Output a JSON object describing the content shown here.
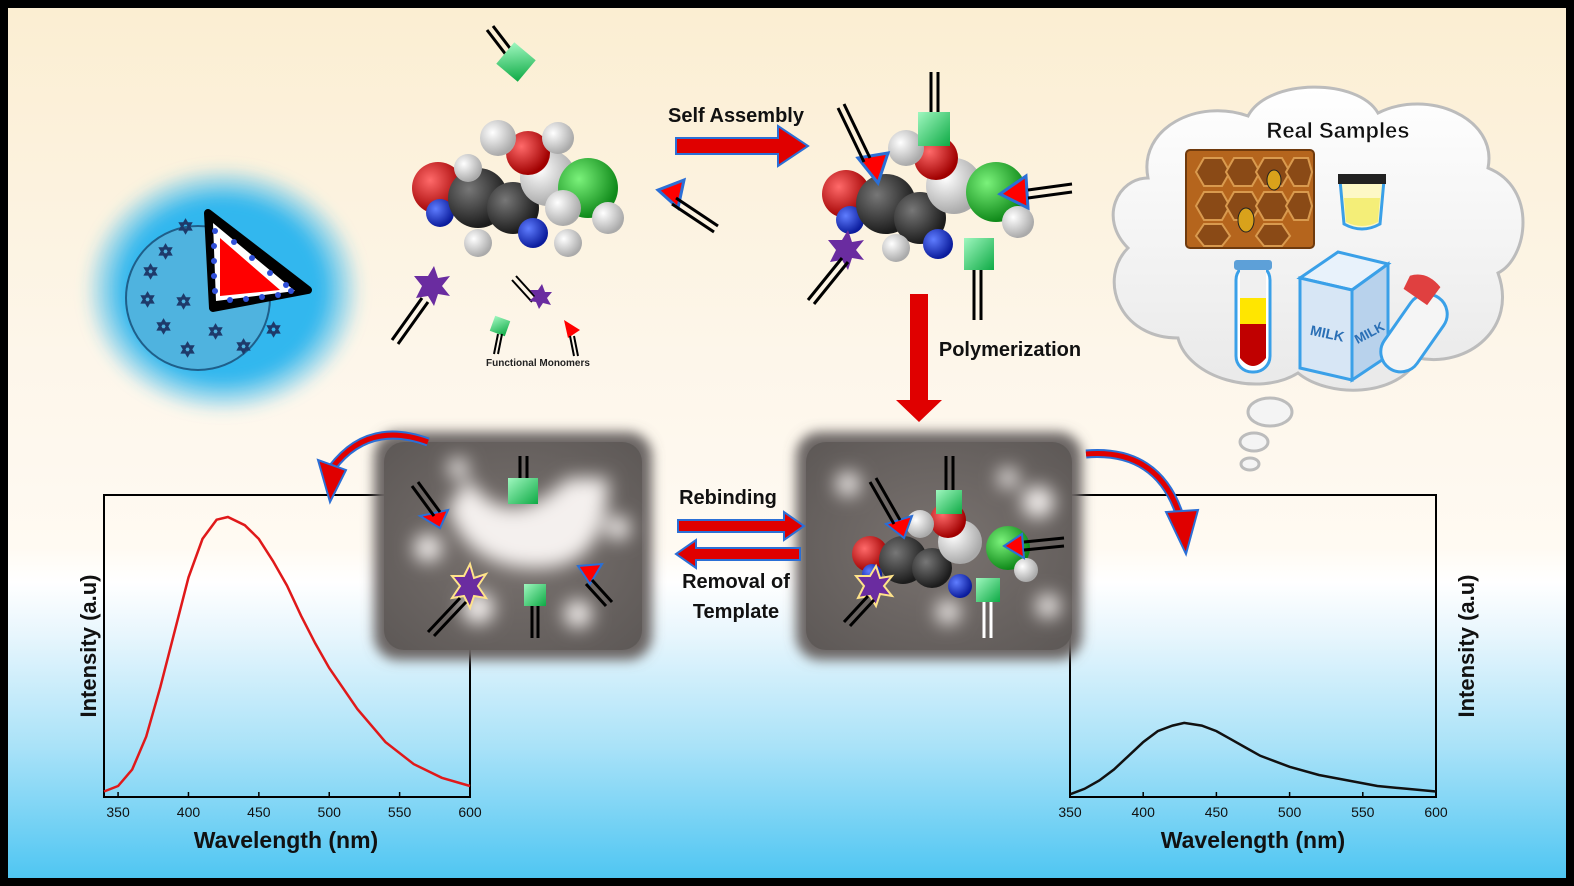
{
  "labels": {
    "self_assembly": "Self Assembly",
    "polymerization": "Polymerization",
    "rebinding": "Rebinding",
    "removal_line1": "Removal of",
    "removal_line2": "Template",
    "functional_monomers": "Functional Monomers",
    "real_samples": "Real Samples",
    "milk_1": "MILK",
    "milk_2": "MILK"
  },
  "colors": {
    "arrow_red": "#e00000",
    "arrow_blue_outline": "#2b6fd6",
    "monomer_green": "#1ecb5a",
    "monomer_red": "#ff0000",
    "quencher_purple": "#6a2ca0",
    "glow_blue": "#33b7ee"
  },
  "chart_data": [
    {
      "type": "line",
      "xlabel": "Wavelength (nm)",
      "ylabel": "Intensity (a.u)",
      "xlim": [
        340,
        600
      ],
      "ylim": [
        0,
        1.1
      ],
      "x_ticks": [
        350,
        400,
        450,
        500,
        550,
        600
      ],
      "series_color": "#e0191a",
      "peak_x": 428,
      "x": [
        340,
        350,
        360,
        370,
        380,
        390,
        400,
        410,
        420,
        428,
        440,
        450,
        460,
        470,
        480,
        490,
        500,
        520,
        540,
        560,
        580,
        600
      ],
      "y": [
        0.02,
        0.04,
        0.1,
        0.22,
        0.4,
        0.6,
        0.8,
        0.94,
        1.01,
        1.02,
        0.99,
        0.94,
        0.86,
        0.77,
        0.66,
        0.56,
        0.47,
        0.32,
        0.2,
        0.12,
        0.07,
        0.04
      ]
    },
    {
      "type": "line",
      "xlabel": "Wavelength (nm)",
      "ylabel": "Intensity (a.u)",
      "xlim": [
        350,
        600
      ],
      "ylim": [
        0,
        1.1
      ],
      "x_ticks": [
        350,
        400,
        450,
        500,
        550,
        600
      ],
      "series_color": "#111111",
      "peak_x": 428,
      "x": [
        350,
        360,
        370,
        380,
        390,
        400,
        410,
        420,
        428,
        440,
        450,
        460,
        470,
        480,
        490,
        500,
        520,
        540,
        560,
        580,
        600
      ],
      "y": [
        0.01,
        0.03,
        0.06,
        0.1,
        0.15,
        0.2,
        0.24,
        0.26,
        0.27,
        0.26,
        0.24,
        0.21,
        0.18,
        0.15,
        0.13,
        0.11,
        0.08,
        0.06,
        0.04,
        0.03,
        0.02
      ]
    }
  ]
}
